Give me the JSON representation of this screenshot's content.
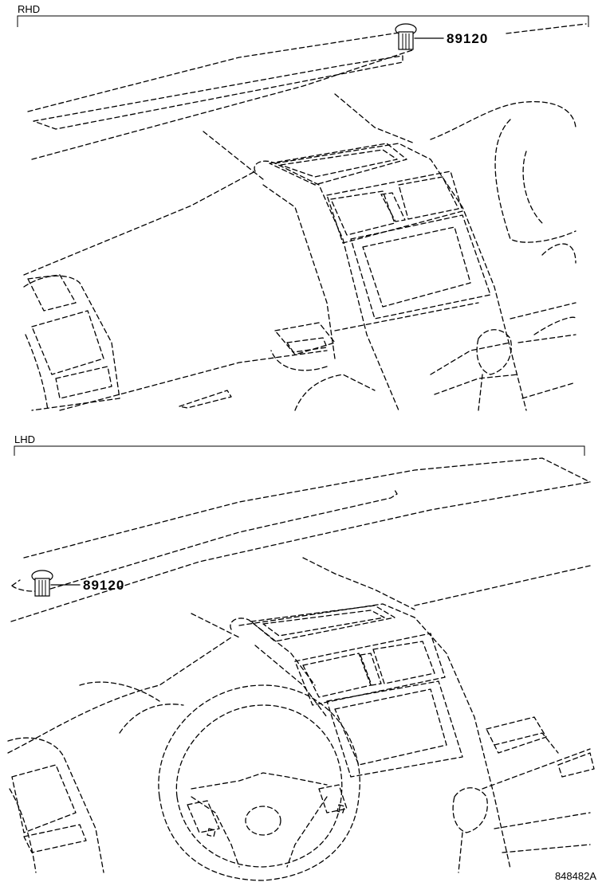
{
  "sections": [
    {
      "id": "rhd",
      "label": "RHD",
      "part": {
        "number": "89120",
        "icon": "sensor-clip-icon"
      }
    },
    {
      "id": "lhd",
      "label": "LHD",
      "part": {
        "number": "89120",
        "icon": "sensor-clip-icon"
      }
    }
  ],
  "illustration": {
    "code": "848482A"
  }
}
